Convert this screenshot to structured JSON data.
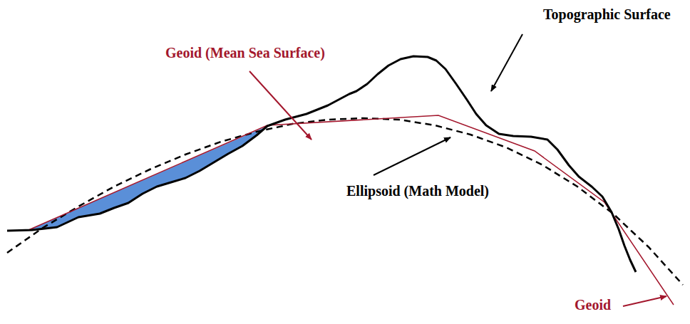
{
  "diagram": {
    "labels": [
      "Topographic Surface",
      "Geoid (Mean Sea Surface)",
      "Ellipsoid (Math Model)",
      "Geoid"
    ]
  }
}
